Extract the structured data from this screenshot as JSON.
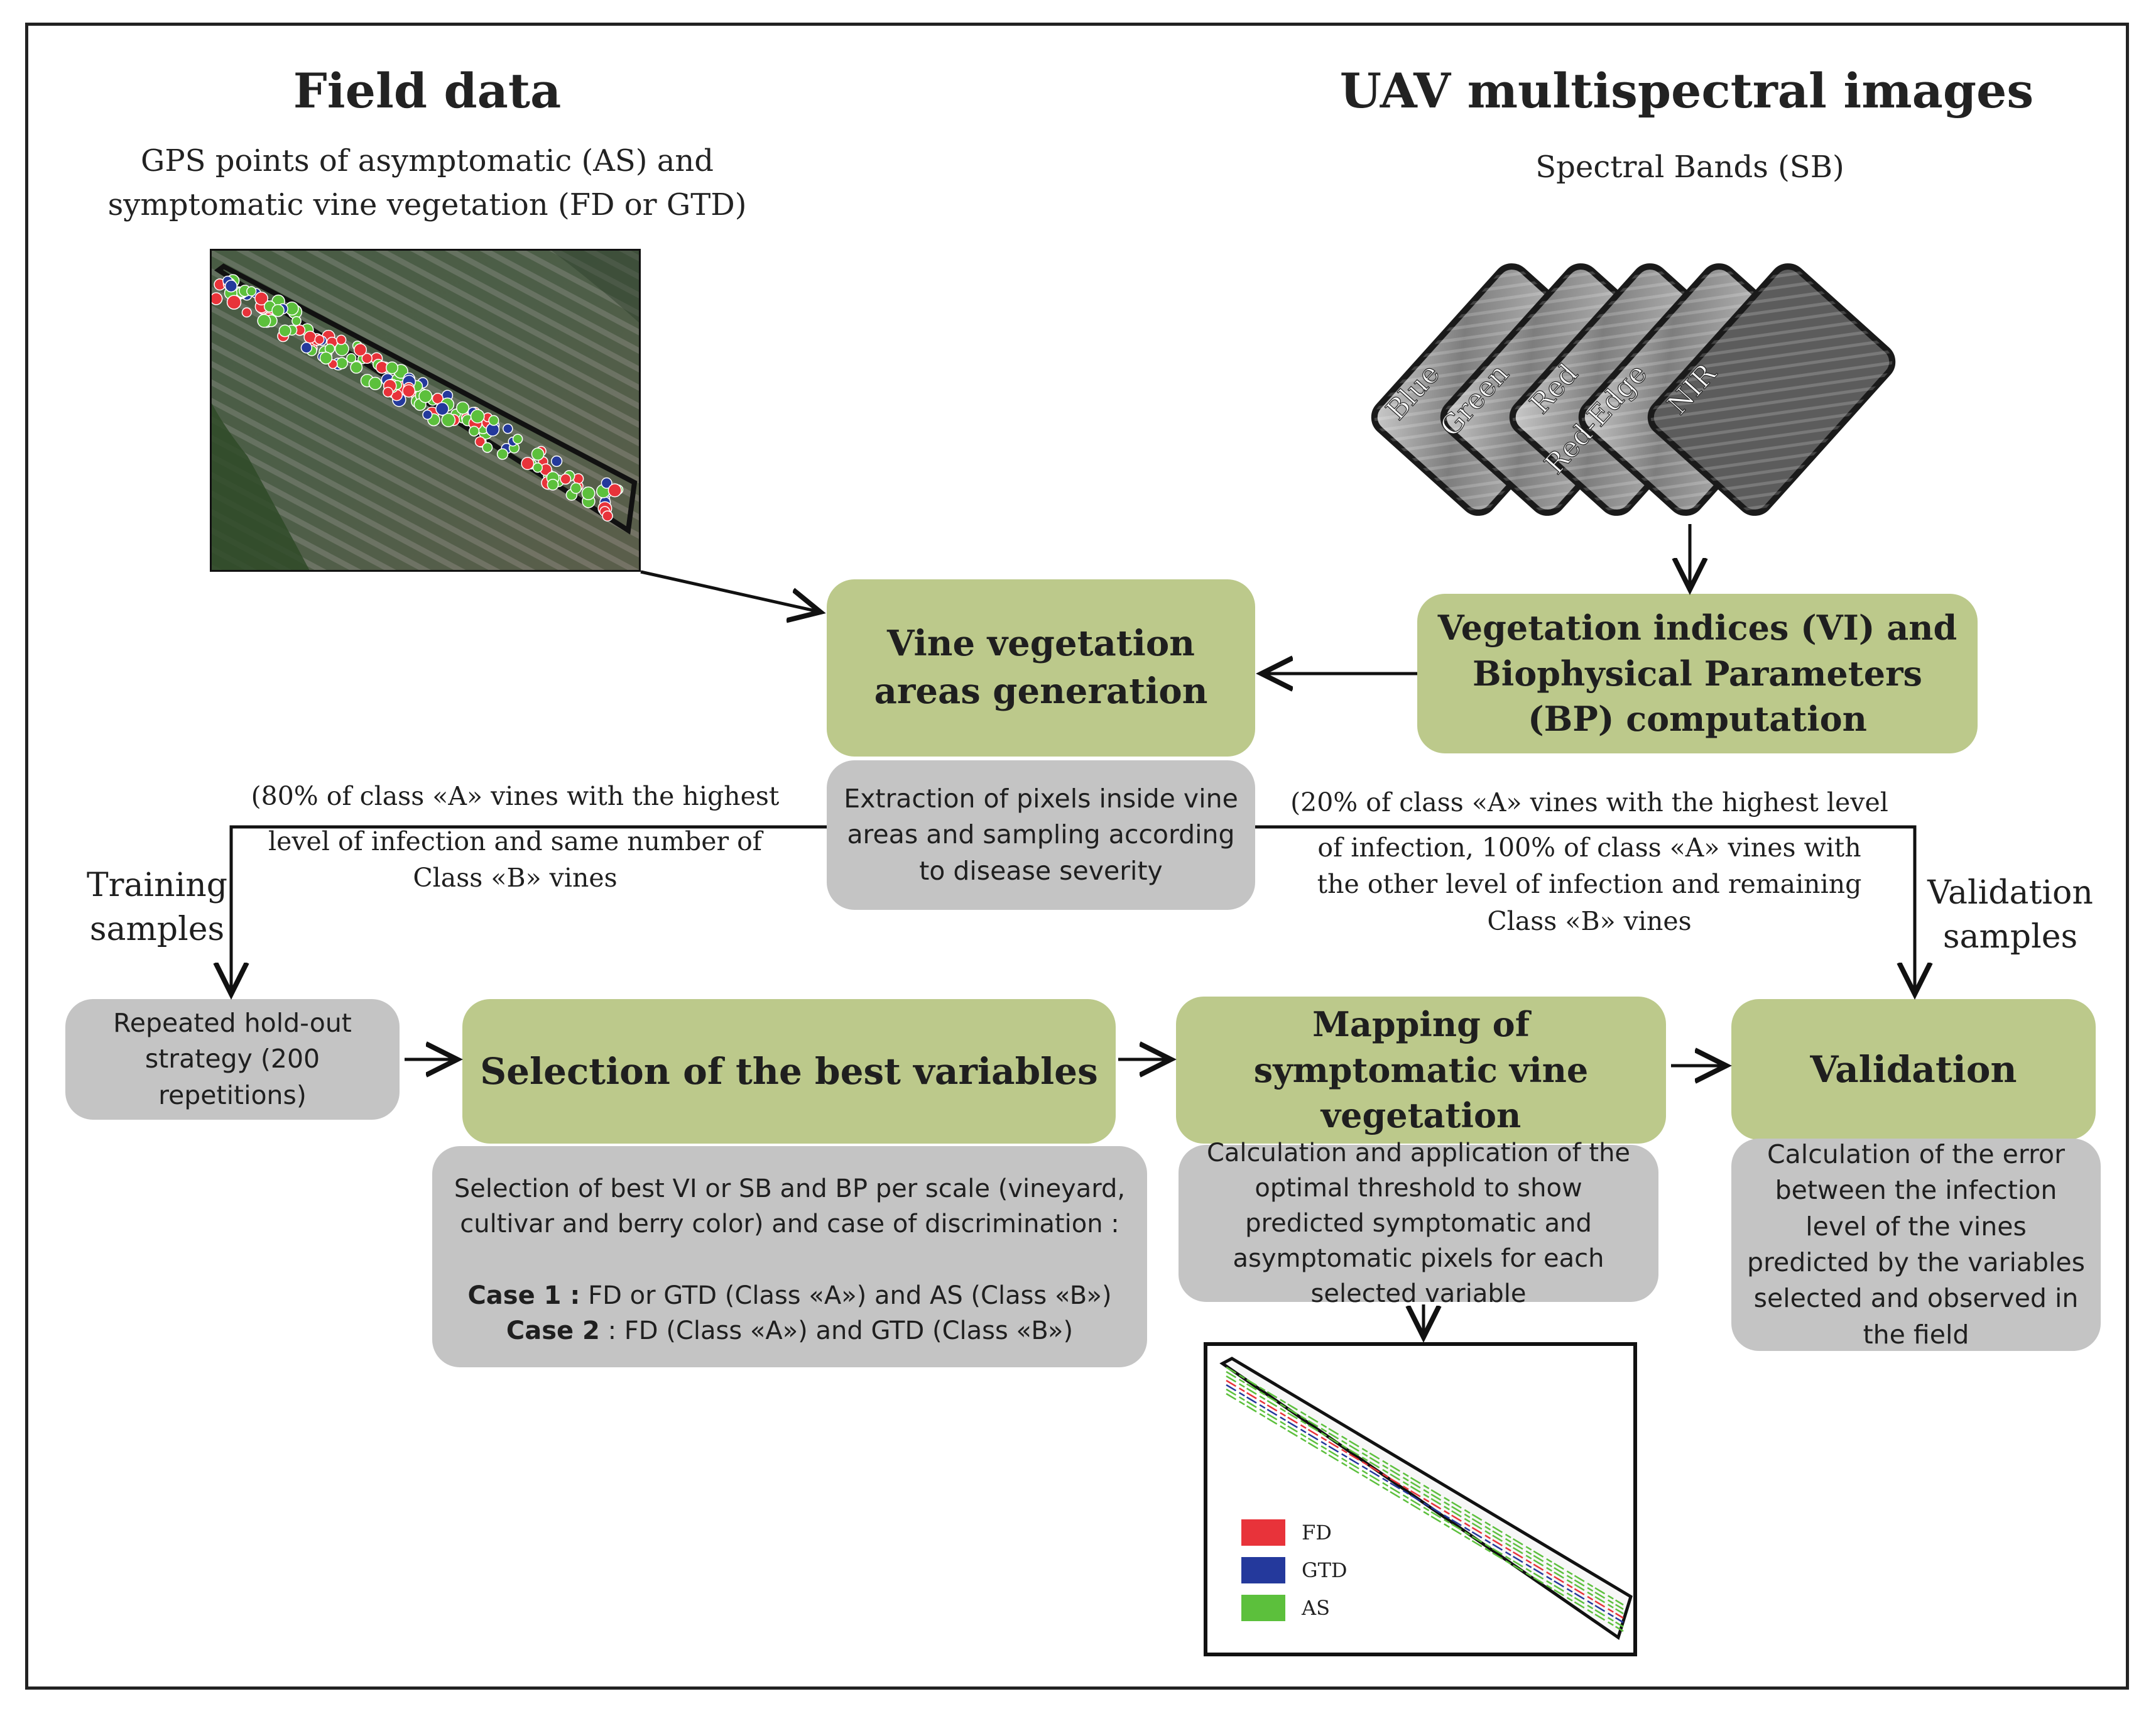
{
  "left_header": {
    "title": "Field data",
    "subtitle_line1": "GPS points of asymptomatic (AS)  and",
    "subtitle_line2": "symptomatic vine vegetation (FD or GTD)"
  },
  "right_header": {
    "title": "UAV multispectral images",
    "subtitle": "Spectral Bands (SB)",
    "bands": [
      "Blue",
      "Green",
      "Red",
      "Red-Edge",
      "NIR"
    ]
  },
  "boxes": {
    "vine_areas": "Vine vegetation areas generation",
    "vi_bp": "Vegetation indices (VI) and Biophysical Parameters (BP) computation",
    "extraction": "Extraction of pixels inside vine areas and sampling according to disease severity",
    "holdout": "Repeated hold-out strategy (200 repetitions)",
    "selection": "Selection of the best variables",
    "mapping": "Mapping of symptomatic vine vegetation",
    "validation": "Validation"
  },
  "selection_desc": {
    "line1": "Selection of best VI or SB and BP  per scale  (vineyard,",
    "line2": "cultivar and berry color) and case of discrimination :",
    "case1_label": "Case 1 :",
    "case1_text": " FD or GTD (Class «A»)  and AS  (Class «B»)",
    "case2_label": "Case 2",
    "case2_text": " : FD  (Class «A») and GTD (Class «B»)"
  },
  "mapping_desc": "Calculation and application of the optimal threshold to show  predicted symptomatic and asymptomatic pixels for each selected variable",
  "validation_desc": "Calculation of the error between the infection level of the vines predicted by the variables selected and observed in the field",
  "training": {
    "label_line1": "Training",
    "label_line2": "samples",
    "note_line1": "(80% of  class «A» vines with the highest",
    "note_line2": "level of infection and  same number of",
    "note_line3": "Class «B» vines"
  },
  "validation_samples": {
    "label_line1": "Validation",
    "label_line2": "samples",
    "note_line1": "(20% of  class «A» vines with the highest level",
    "note_line2": "of infection, 100%  of class «A» vines  with",
    "note_line3": "the other level of infection  and remaining",
    "note_line4": "Class «B» vines"
  },
  "legend": [
    {
      "label": "FD",
      "color": "#e8333a"
    },
    {
      "label": "GTD",
      "color": "#24399c"
    },
    {
      "label": "AS",
      "color": "#5cc03c"
    }
  ],
  "colors": {
    "green_box": "#bcc98b",
    "grey_box": "#c4c4c4",
    "frame": "#222222"
  }
}
